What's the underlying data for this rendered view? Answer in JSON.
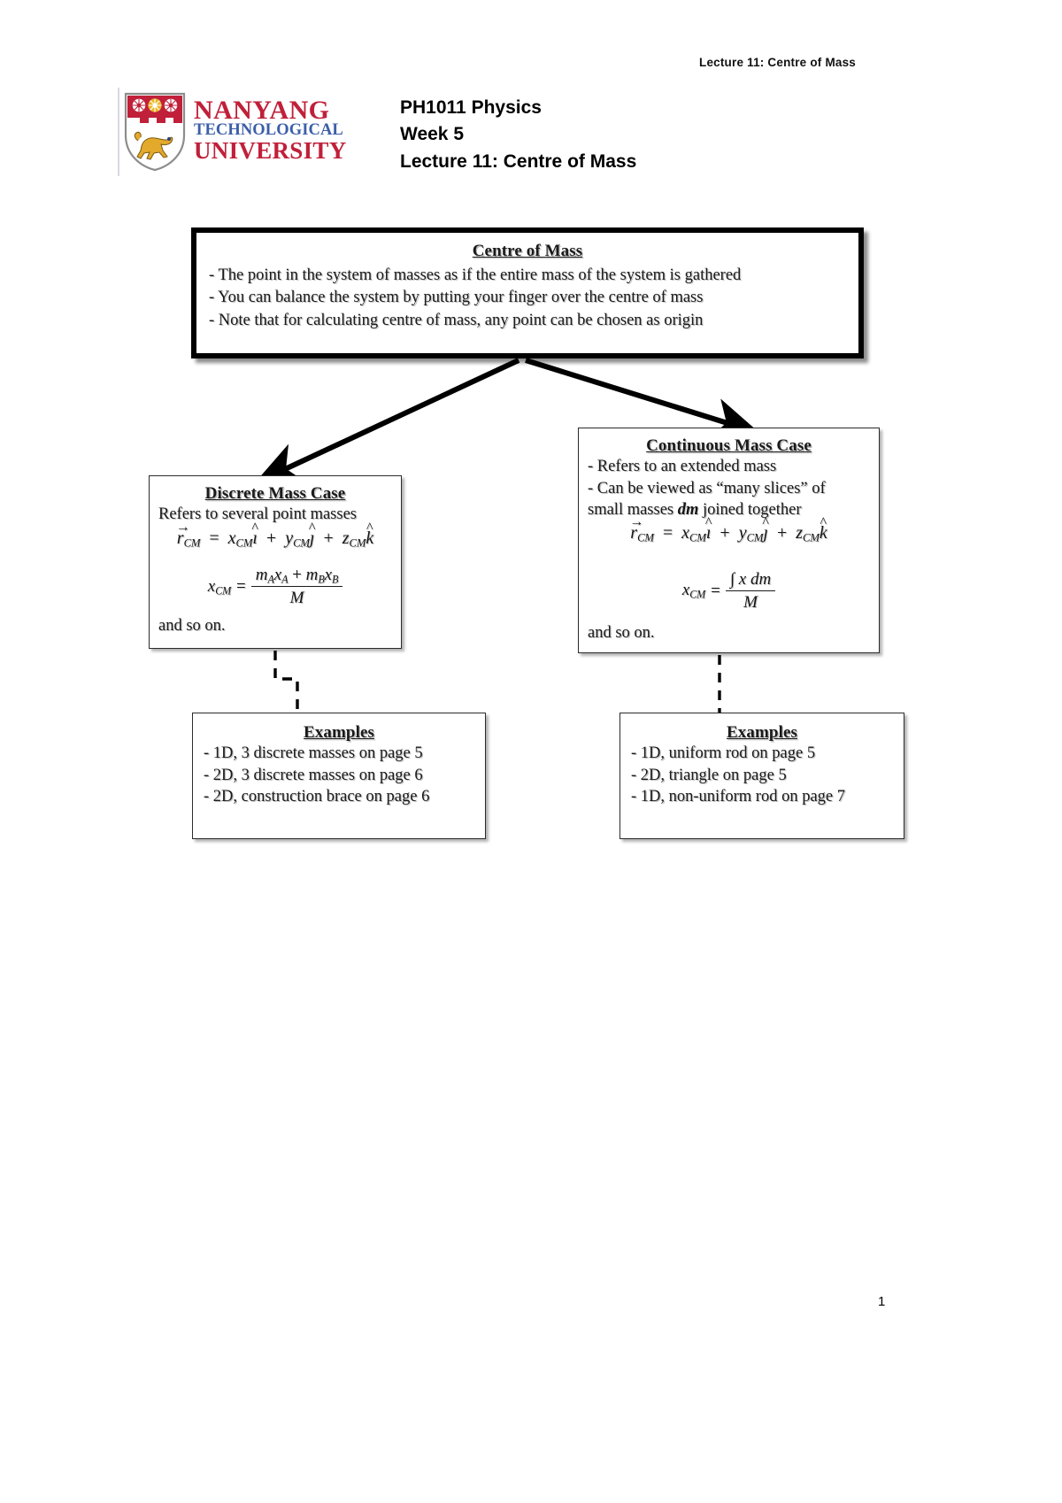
{
  "header": {
    "running_head": "Lecture 11: Centre of Mass",
    "logo": {
      "line1": "NANYANG",
      "line2": "TECHNOLOGICAL",
      "line3": "UNIVERSITY",
      "alt": "Nanyang Technological University crest"
    },
    "title_lines": [
      "PH1011 Physics",
      "Week 5",
      "Lecture 11: Centre of Mass"
    ]
  },
  "main_box": {
    "title": "Centre of Mass",
    "bullets": [
      "- The point in the system of masses as if the entire mass of the system is gathered",
      "- You can balance the system by putting your finger over the centre of mass",
      "- Note that for calculating centre of mass, any point can be chosen as origin"
    ]
  },
  "discrete_box": {
    "title": "Discrete Mass Case",
    "intro": "Refers to several point masses",
    "formula_vector": "r⃗CM = xCM î + yCM ĵ + zCM k̂",
    "formula_x_numerator": "mA xA + mB xB",
    "formula_x_denominator": "M",
    "formula_x_lhs": "xCM",
    "footer": "and so on."
  },
  "continuous_box": {
    "title": "Continuous Mass Case",
    "bullets": [
      "- Refers to an extended mass",
      "- Can be viewed as “many slices” of",
      "small masses dm joined together"
    ],
    "formula_vector": "r⃗CM = xCM î + yCM ĵ + zCM k̂",
    "formula_x_numerator": "∫ x dm",
    "formula_x_denominator": "M",
    "formula_x_lhs": "xCM",
    "footer": "and so on."
  },
  "examples_left": {
    "title": "Examples",
    "items": [
      "- 1D, 3 discrete masses on page 5",
      "- 2D, 3 discrete masses on page 6",
      "- 2D,  construction brace on page 6"
    ]
  },
  "examples_right": {
    "title": "Examples",
    "items": [
      "- 1D, uniform rod on page 5",
      "- 2D, triangle on page 5",
      "- 1D,  non-uniform rod on page 7"
    ]
  },
  "footer": {
    "page_number": "1"
  },
  "colors": {
    "logo_red": "#c0203a",
    "logo_blue": "#3b5ea8",
    "ink": "#1a1a1a",
    "box_border": "#2b2b2b"
  }
}
